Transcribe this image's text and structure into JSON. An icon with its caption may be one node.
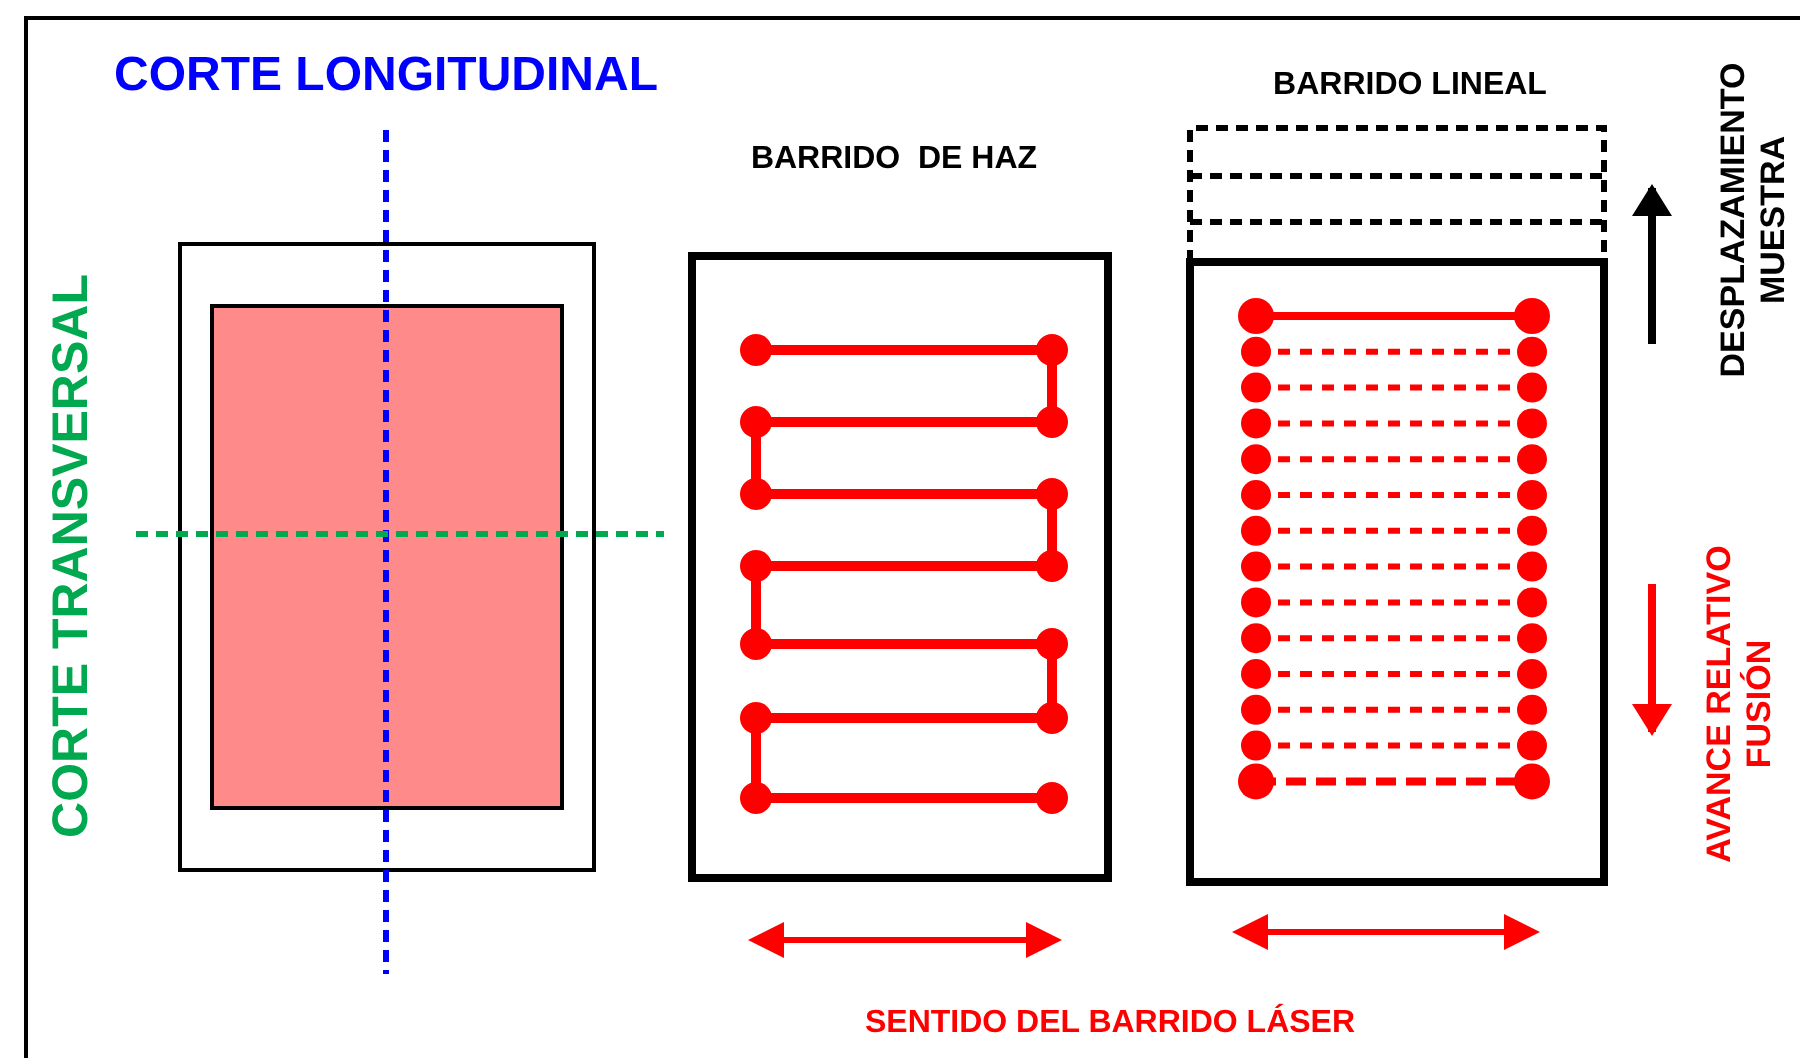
{
  "diagram": {
    "labels": [
      "CORTE LONGITUDINAL",
      "BARRIDO LINEAL",
      "DESPLAZAMIENTO MUESTRA",
      "BARRIDO  DE HAZ",
      "CORTE TRANSVERSAL",
      "AVANCE RELATIVO FUSIÓN",
      "SENTIDO DEL BARRIDO LÁSER"
    ]
  }
}
